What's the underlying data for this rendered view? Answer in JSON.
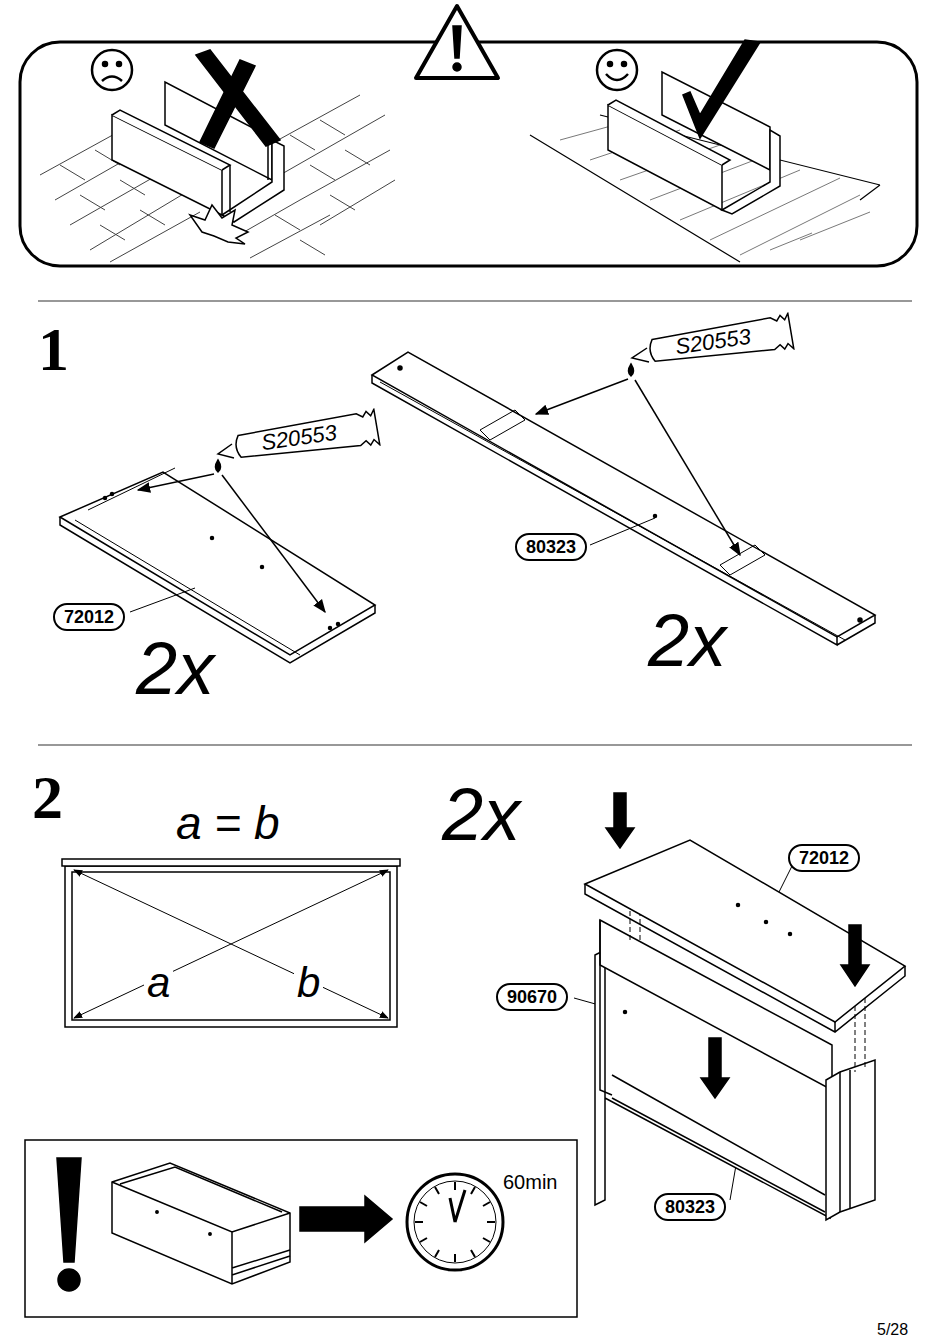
{
  "diagram": {
    "nodes": [
      {
        "text": [
          "S20553"
        ]
      },
      {
        "text": [
          "S20553"
        ]
      },
      {
        "text": [
          "80323"
        ]
      },
      {
        "text": [
          "72012"
        ]
      },
      {
        "text": [
          "72012"
        ]
      },
      {
        "text": [
          "90670"
        ]
      },
      {
        "text": [
          "80323"
        ]
      }
    ],
    "labels": [
      "1",
      "2x",
      "2x",
      "2",
      "2x",
      "a = b",
      "a",
      "b",
      "60min",
      "5/28"
    ]
  }
}
